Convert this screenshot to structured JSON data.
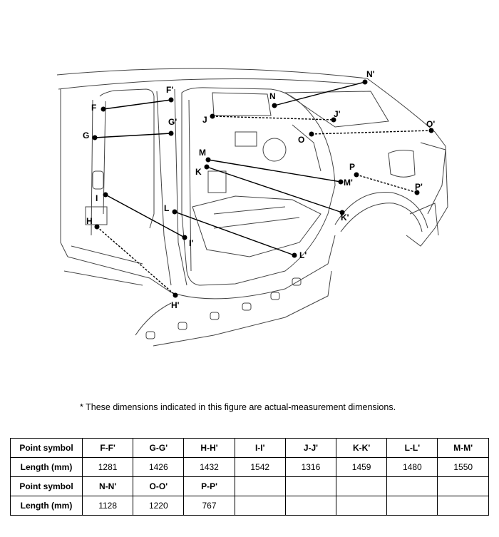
{
  "figure": {
    "labels": [
      {
        "id": "F",
        "text": "F"
      },
      {
        "id": "F'",
        "text": "F'"
      },
      {
        "id": "G",
        "text": "G"
      },
      {
        "id": "G'",
        "text": "G'"
      },
      {
        "id": "H",
        "text": "H"
      },
      {
        "id": "H'",
        "text": "H'"
      },
      {
        "id": "I",
        "text": "I"
      },
      {
        "id": "I'",
        "text": "I'"
      },
      {
        "id": "J",
        "text": "J"
      },
      {
        "id": "J'",
        "text": "J'"
      },
      {
        "id": "K",
        "text": "K"
      },
      {
        "id": "K'",
        "text": "K'"
      },
      {
        "id": "L",
        "text": "L"
      },
      {
        "id": "L'",
        "text": "L'"
      },
      {
        "id": "M",
        "text": "M"
      },
      {
        "id": "M'",
        "text": "M'"
      },
      {
        "id": "N",
        "text": "N"
      },
      {
        "id": "N'",
        "text": "N'"
      },
      {
        "id": "O",
        "text": "O"
      },
      {
        "id": "O'",
        "text": "O'"
      },
      {
        "id": "P",
        "text": "P"
      },
      {
        "id": "P'",
        "text": "P'"
      }
    ]
  },
  "note": "*  These dimensions indicated in this figure are actual-measurement dimensions.",
  "table": {
    "row_header_symbol": "Point symbol",
    "row_header_length": "Length (mm)",
    "row1_symbols": [
      "F-F'",
      "G-G'",
      "H-H'",
      "I-I'",
      "J-J'",
      "K-K'",
      "L-L'",
      "M-M'"
    ],
    "row1_lengths": [
      "1281",
      "1426",
      "1432",
      "1542",
      "1316",
      "1459",
      "1480",
      "1550"
    ],
    "row2_symbols": [
      "N-N'",
      "O-O'",
      "P-P'",
      "",
      "",
      "",
      "",
      ""
    ],
    "row2_lengths": [
      "1128",
      "1220",
      "767",
      "",
      "",
      "",
      "",
      ""
    ]
  }
}
